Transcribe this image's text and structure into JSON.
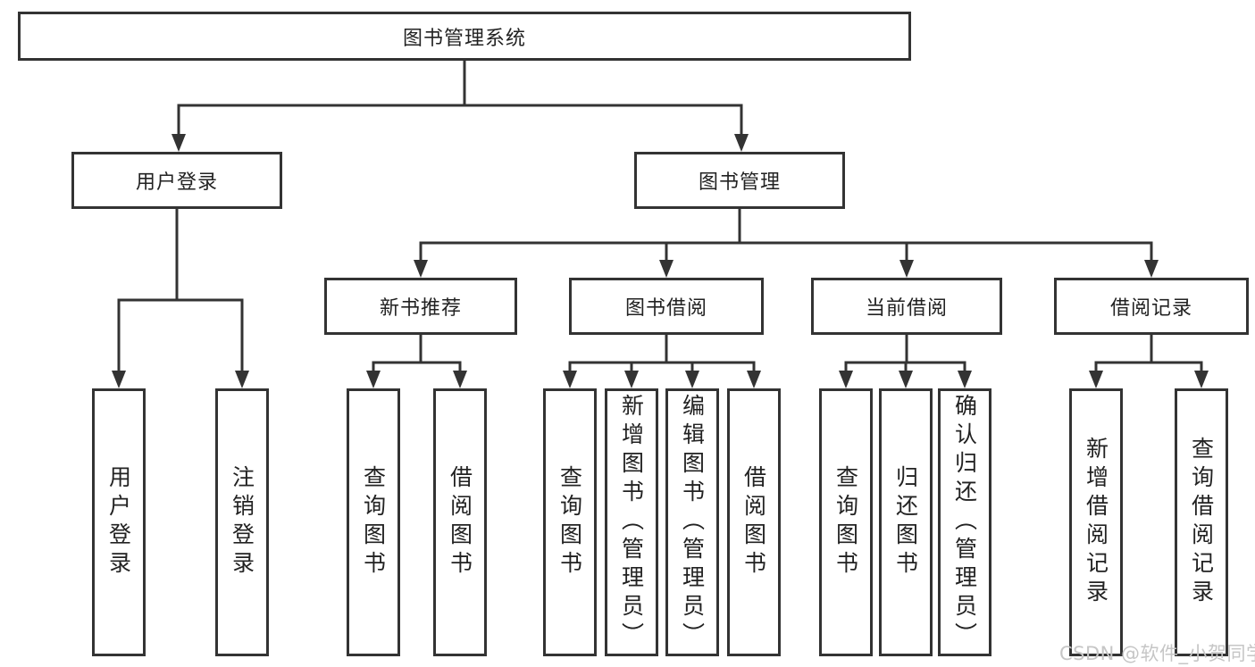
{
  "tree": {
    "root": {
      "label": "图书管理系统"
    },
    "user_login": {
      "label": "用户登录",
      "children": [
        "用户登录",
        "注销登录"
      ]
    },
    "book_mgmt": {
      "label": "图书管理",
      "sections": [
        {
          "label": "新书推荐",
          "children": [
            "查询图书",
            "借阅图书"
          ]
        },
        {
          "label": "图书借阅",
          "children": [
            "查询图书",
            "新增图书（管理员）",
            "编辑图书（管理员）",
            "借阅图书"
          ]
        },
        {
          "label": "当前借阅",
          "children": [
            "查询图书",
            "归还图书",
            "确认归还（管理员）"
          ]
        },
        {
          "label": "借阅记录",
          "children": [
            "新增借阅记录",
            "查询借阅记录"
          ]
        }
      ]
    }
  },
  "watermark": "CSDN @软件_小贺同学",
  "colors": {
    "line": "#333333",
    "box_border": "#333333",
    "text": "#222222",
    "watermark": "#c6c6c6",
    "background": "#ffffff"
  }
}
